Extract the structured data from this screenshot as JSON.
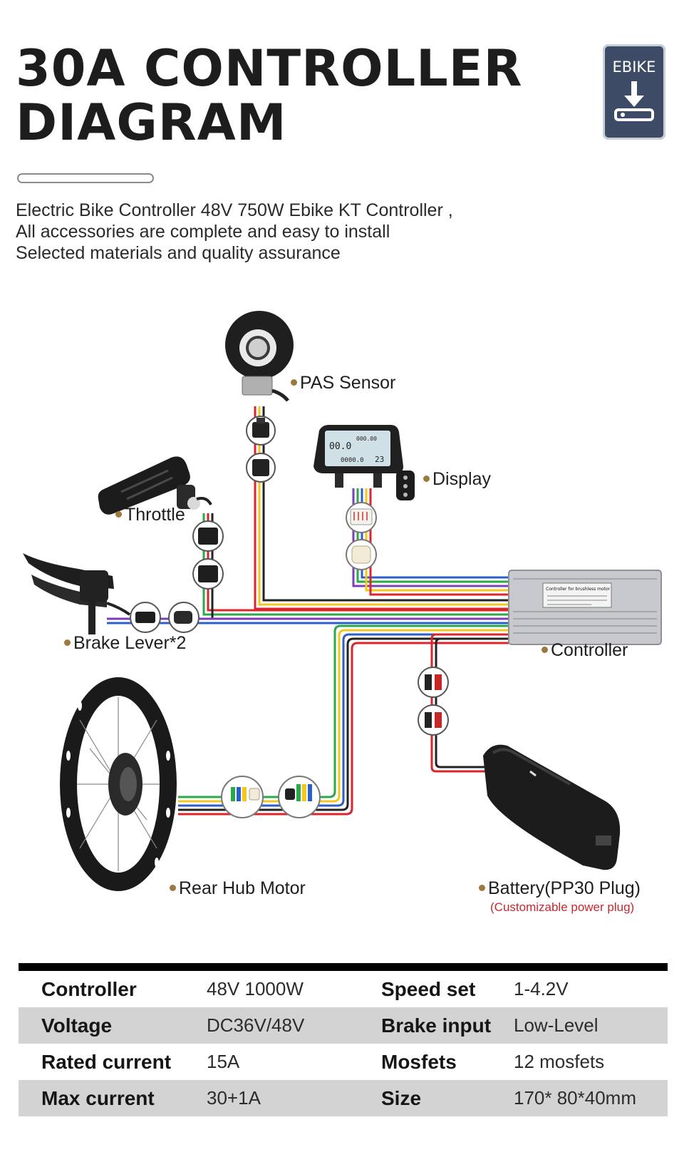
{
  "header": {
    "title_line1": "30A CONTROLLER",
    "title_line2": "DIAGRAM",
    "badge_label": "EBIKE"
  },
  "description": [
    "Electric Bike Controller 48V 750W Ebike KT Controller ,",
    "All accessories are complete and easy to install",
    "Selected materials and quality assurance"
  ],
  "diagram": {
    "pas_sensor": "PAS Sensor",
    "display": "Display",
    "throttle": "Throttle",
    "brake_lever": "Brake Lever*2",
    "controller": "Controller",
    "rear_hub_motor": "Rear Hub Motor",
    "battery": "Battery(PP30 Plug)",
    "battery_note": "(Customizable power plug)",
    "controller_sticker": "Controller for brushless motor",
    "display_readout": [
      "00.0",
      "000.00",
      "0000.0",
      "23"
    ],
    "wire_colors": {
      "red": "#d8262c",
      "yellow": "#f2c81e",
      "blue": "#2b5fc8",
      "green": "#2aa84a",
      "purple": "#7a3fb5",
      "black": "#222222"
    },
    "label_dot_color": "#9b7a3c"
  },
  "specs": {
    "rows": [
      [
        "Controller",
        "48V 1000W",
        "Speed set",
        "1-4.2V"
      ],
      [
        "Voltage",
        "DC36V/48V",
        "Brake input",
        "Low-Level"
      ],
      [
        "Rated current",
        "15A",
        "Mosfets",
        "12 mosfets"
      ],
      [
        "Max current",
        "30+1A",
        "Size",
        "170* 80*40mm"
      ]
    ]
  }
}
